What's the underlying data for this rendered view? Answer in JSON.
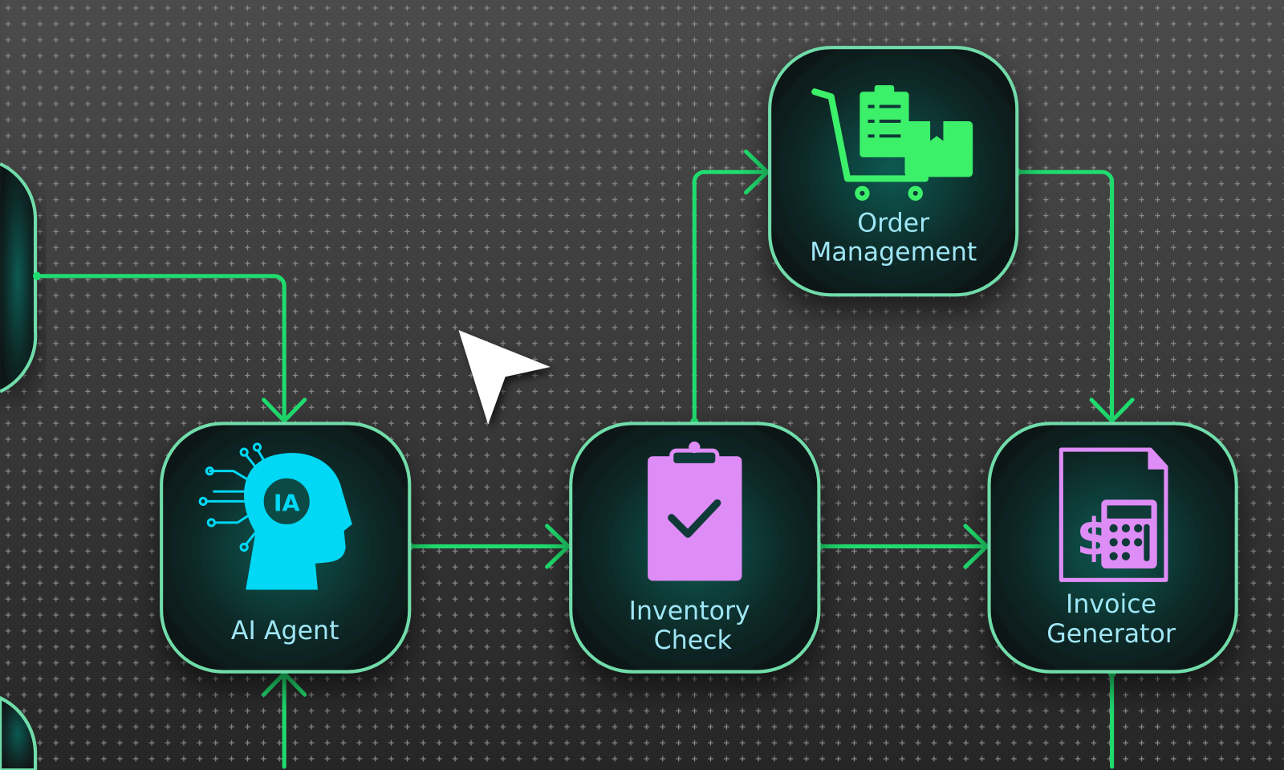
{
  "colors": {
    "connector": "#1fdc6e",
    "node_border": "#6fdcaa",
    "label": "#9fe6f5",
    "ai_icon": "#00d8f5",
    "order_icon": "#3cf06a",
    "purple_icon": "#de8cf6"
  },
  "nodes": {
    "ai_agent": {
      "label": "AI Agent",
      "icon": "ai-head-icon",
      "icon_text": "IA"
    },
    "inventory_check": {
      "label_line1": "Inventory",
      "label_line2": "Check",
      "icon": "clipboard-check-icon"
    },
    "order_management": {
      "label_line1": "Order",
      "label_line2": "Management",
      "icon": "shopping-cart-icon"
    },
    "invoice_generator": {
      "label_line1": "Invoice",
      "label_line2": "Generator",
      "icon": "invoice-calculator-icon",
      "icon_text": "$"
    }
  },
  "cursor": {
    "icon": "pointer-cursor-icon"
  }
}
